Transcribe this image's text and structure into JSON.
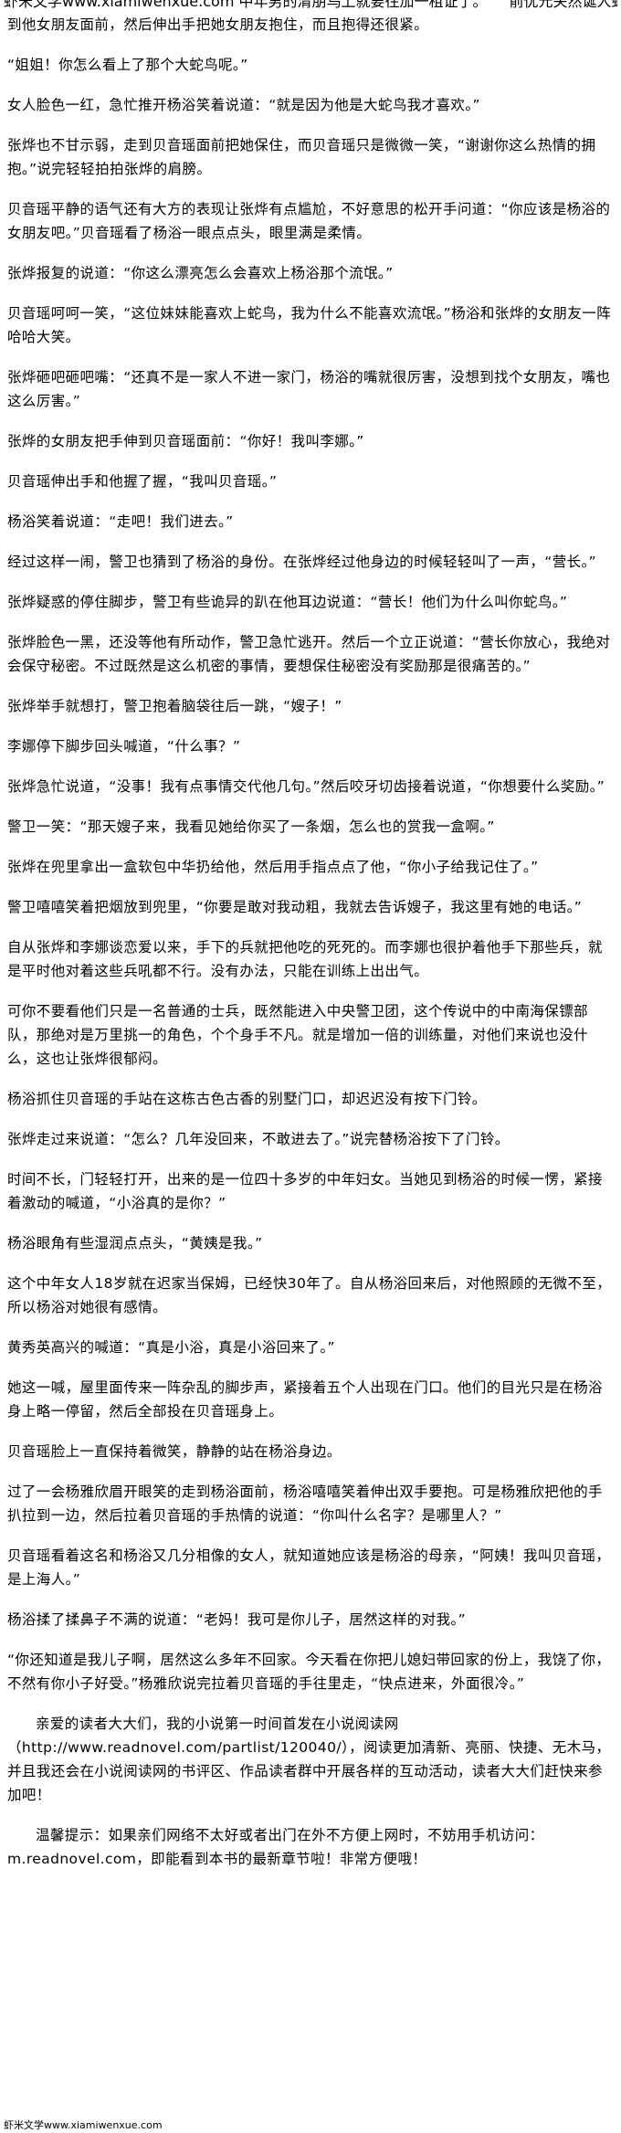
{
  "watermark": "虾米文学www.xiamiwenxue.com",
  "top_cut_line": "虾米文学www.xiamiwenxue.com 中年男的清朋乌上就要往加一租证了。　　前优元关然诞人虾米文学www.xiamiwenxue.com",
  "paragraphs": [
    "到他女朋友面前，然后伸出手把她女朋友抱住，而且抱得还很紧。",
    "“姐姐！你怎么看上了那个大蛇鸟呢。”",
    "女人脸色一红，急忙推开杨浴笑着说道：“就是因为他是大蛇鸟我才喜欢。”",
    "张烨也不甘示弱，走到贝音瑶面前把她保住，而贝音瑶只是微微一笑，“谢谢你这么热情的拥抱。”说完轻轻拍拍张烨的肩膀。",
    "贝音瑶平静的语气还有大方的表现让张烨有点尴尬，不好意思的松开手问道：“你应该是杨浴的女朋友吧。”贝音瑶看了杨浴一眼点点头，眼里满是柔情。",
    "张烨报复的说道：“你这么漂亮怎么会喜欢上杨浴那个流氓。”",
    "贝音瑶呵呵一笑，“这位妹妹能喜欢上蛇鸟，我为什么不能喜欢流氓。”杨浴和张烨的女朋友一阵哈哈大笑。",
    "张烨砸吧砸吧嘴：“还真不是一家人不进一家门，杨浴的嘴就很厉害，没想到找个女朋友，嘴也这么厉害。”",
    "张烨的女朋友把手伸到贝音瑶面前：“你好！我叫李娜。”",
    "贝音瑶伸出手和他握了握，“我叫贝音瑶。”",
    "杨浴笑着说道：“走吧！我们进去。”",
    "经过这样一闹，警卫也猜到了杨浴的身份。在张烨经过他身边的时候轻轻叫了一声，“营长。”",
    "张烨疑惑的停住脚步，警卫有些诡异的趴在他耳边说道：“营长！他们为什么叫你蛇鸟。”",
    "张烨脸色一黑，还没等他有所动作，警卫急忙逃开。然后一个立正说道：“营长你放心，我绝对会保守秘密。不过既然是这么机密的事情，要想保住秘密没有奖励那是很痛苦的。”",
    "张烨举手就想打，警卫抱着脑袋往后一跳，“嫂子！”",
    "李娜停下脚步回头喊道，“什么事？”",
    "张烨急忙说道，“没事！我有点事情交代他几句。”然后咬牙切齿接着说道，“你想要什么奖励。”",
    "警卫一笑：“那天嫂子来，我看见她给你买了一条烟，怎么也的赏我一盒啊。”",
    "张烨在兜里拿出一盒软包中华扔给他，然后用手指点点了他，“你小子给我记住了。”",
    "警卫嘻嘻笑着把烟放到兜里，“你要是敢对我动粗，我就去告诉嫂子，我这里有她的电话。”",
    "自从张烨和李娜谈恋爱以来，手下的兵就把他吃的死死的。而李娜也很护着他手下那些兵，就是平时他对着这些兵吼都不行。没有办法，只能在训练上出出气。",
    "可你不要看他们只是一名普通的士兵，既然能进入中央警卫团，这个传说中的中南海保镖部队，那绝对是万里挑一的角色，个个身手不凡。就是增加一倍的训练量，对他们来说也没什么，这也让张烨很郁闷。",
    "杨浴抓住贝音瑶的手站在这栋古色古香的别墅门口，却迟迟没有按下门铃。",
    "张烨走过来说道：“怎么？几年没回来，不敢进去了。”说完替杨浴按下了门铃。",
    "时间不长，门轻轻打开，出来的是一位四十多岁的中年妇女。当她见到杨浴的时候一愣，紧接着激动的喊道，“小浴真的是你？”",
    "杨浴眼角有些湿润点点头，“黄姨是我。”",
    "这个中年女人18岁就在迟家当保姆，已经快30年了。自从杨浴回来后，对他照顾的无微不至，所以杨浴对她很有感情。",
    "黄秀英高兴的喊道：“真是小浴，真是小浴回来了。”",
    "她这一喊，屋里面传来一阵杂乱的脚步声，紧接着五个人出现在门口。他们的目光只是在杨浴身上略一停留，然后全部投在贝音瑶身上。",
    "贝音瑶脸上一直保持着微笑，静静的站在杨浴身边。",
    "过了一会杨雅欣眉开眼笑的走到杨浴面前，杨浴嘻嘻笑着伸出双手要抱。可是杨雅欣把他的手扒拉到一边，然后拉着贝音瑶的手热情的说道：“你叫什么名字？是哪里人？”",
    "贝音瑶看着这名和杨浴又几分相像的女人，就知道她应该是杨浴的母亲，“阿姨！我叫贝音瑶，是上海人。”",
    "杨浴揉了揉鼻子不满的说道：“老妈！我可是你儿子，居然这样的对我。”",
    "“你还知道是我儿子啊，居然这么多年不回家。今天看在你把儿媳妇带回家的份上，我饶了你，不然有你小子好受。”杨雅欣说完拉着贝音瑶的手往里走，“快点进来，外面很冷。”"
  ],
  "notes": [
    "亲爱的读者大大们，我的小说第一时间首发在小说阅读网（http://www.readnovel.com/partlist/120040/），阅读更加清新、亮丽、快捷、无木马，并且我还会在小说阅读网的书评区、作品读者群中开展各样的互动活动，读者大大们赶快来参加吧！",
    "温馨提示：如果亲们网络不太好或者出门在外不方便上网时，不妨用手机访问：m.readnovel.com，即能看到本书的最新章节啦！非常方便哦！"
  ]
}
